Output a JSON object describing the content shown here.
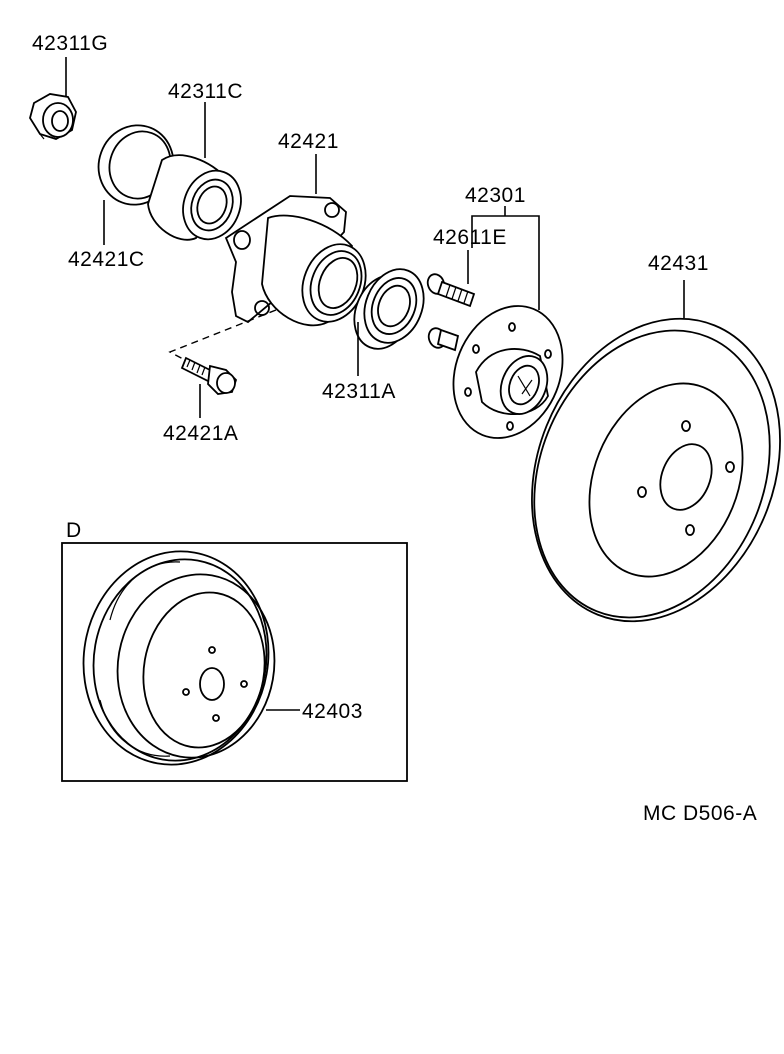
{
  "parts": {
    "p42311G": "42311G",
    "p42311C": "42311C",
    "p42421": "42421",
    "p42421C": "42421C",
    "p42301": "42301",
    "p42611E": "42611E",
    "p42431": "42431",
    "p42311A": "42311A",
    "p42421A": "42421A",
    "p42403": "42403"
  },
  "inset_label": "D",
  "diagram_code": "MC  D506-A"
}
